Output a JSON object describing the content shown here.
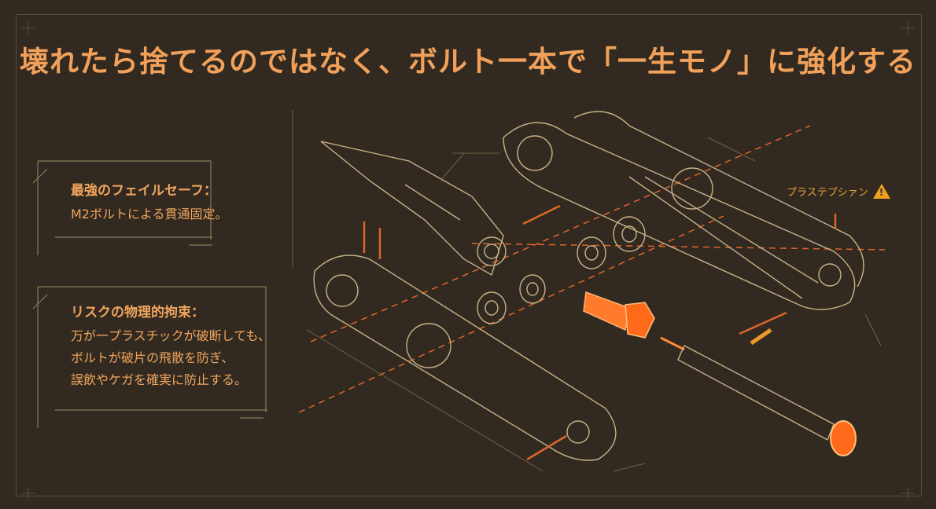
{
  "title": "壊れたら捨てるのではなく、ボルト一本で「一生モノ」に強化する",
  "cards": [
    {
      "heading": "最強のフェイルセーフ：",
      "lines": [
        "M2ボルトによる貫通固定。"
      ]
    },
    {
      "heading": "リスクの物理的拘束：",
      "lines": [
        "万が一プラスチックが破断しても、",
        "ボルトが破片の飛散を防ぎ、",
        "誤飲やケガを確実に防止する。"
      ]
    }
  ],
  "caution": {
    "label": "プラステプシァン",
    "icon": "warning-triangle-icon"
  },
  "colors": {
    "background": "#322a20",
    "accent": "#f2a15a",
    "line": "#b8a47a",
    "glow": "#ff6a1a"
  }
}
